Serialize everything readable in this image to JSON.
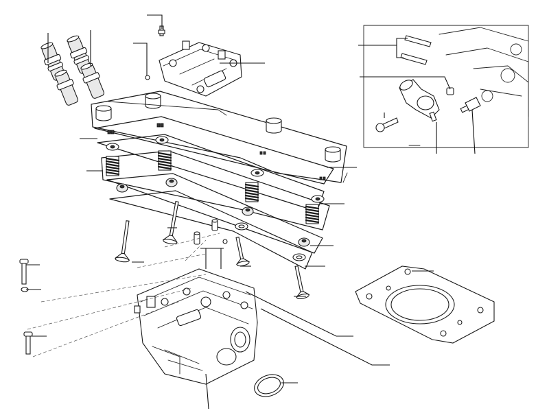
{
  "diagram": {
    "kind": "exploded parts diagram",
    "parts": [
      "valve-guide",
      "camshaft-carrier",
      "tappet-bucket",
      "valve-collet",
      "spring-retainer",
      "valve-spring",
      "valve-stem-seal",
      "spring-seat-washer",
      "intake-valve",
      "exhaust-valve",
      "cylinder-head",
      "head-gasket",
      "exhaust-gasket-ring",
      "stud-bolt",
      "washer",
      "dowel-pin",
      "coolant-outlet-fitting",
      "temperature-sensor"
    ],
    "line_color": "#1a1a1a",
    "background": "#ffffff"
  }
}
